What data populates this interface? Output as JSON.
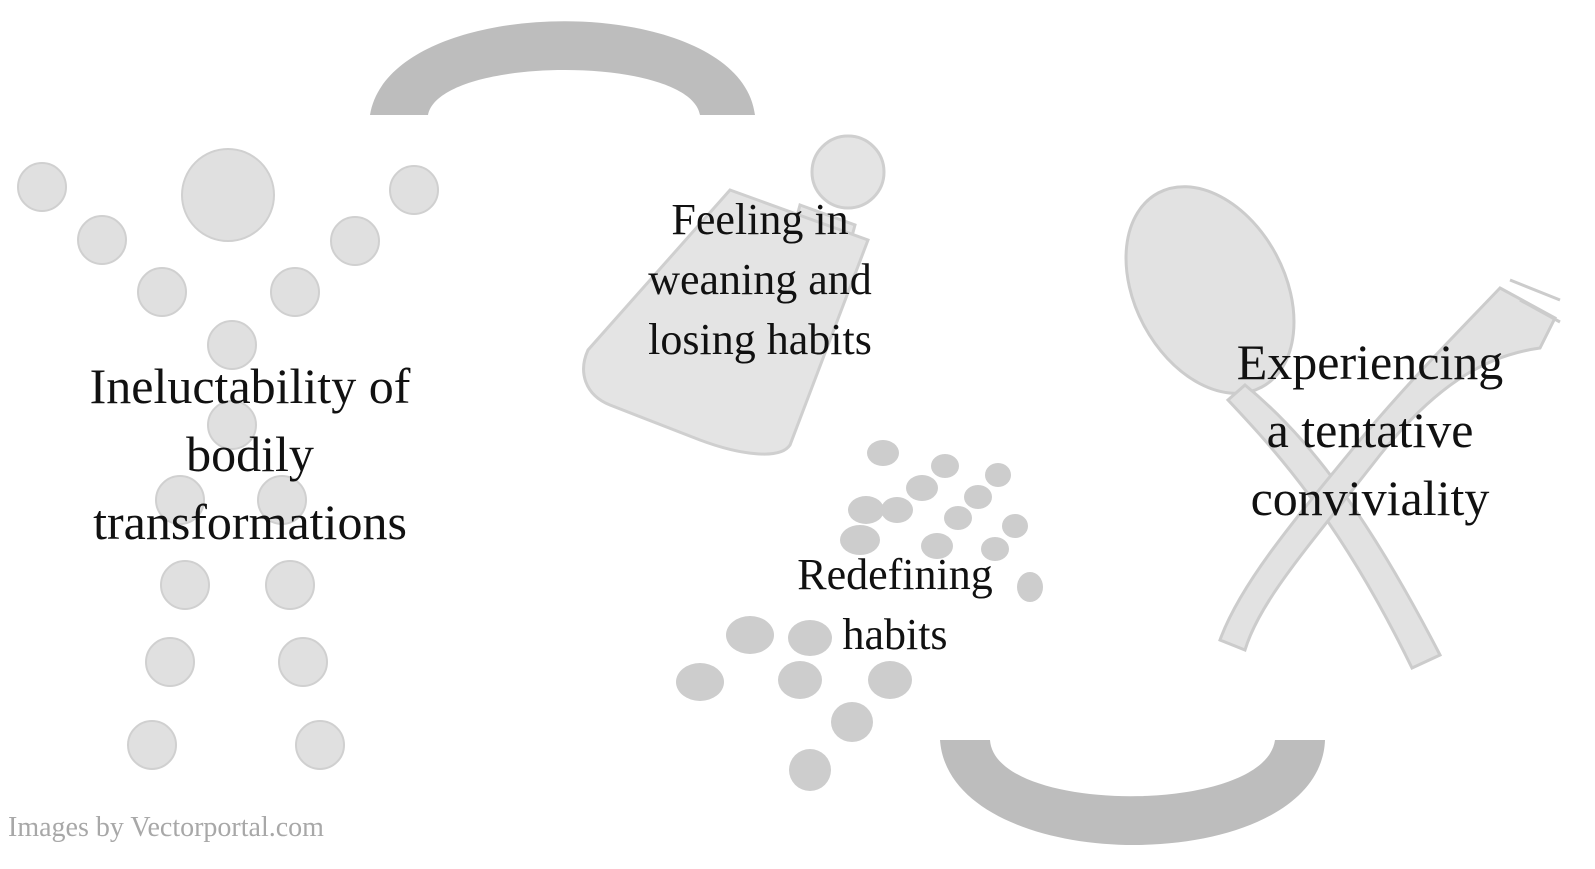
{
  "diagram": {
    "themes": {
      "bodily": {
        "lines": [
          "Ineluctability of",
          "bodily",
          "transformations"
        ],
        "illustration": "cells-icon"
      },
      "feeling": {
        "lines": [
          "Feeling in",
          "weaning and",
          "losing habits"
        ],
        "illustration": "baby-bottle-icon"
      },
      "redefining": {
        "lines": [
          "Redefining",
          "habits"
        ],
        "illustration": "dotted-arrow-icon"
      },
      "conviviality": {
        "lines": [
          "Experiencing",
          "a tentative",
          "conviviality"
        ],
        "illustration": "spoon-fork-icon"
      }
    },
    "connectors": {
      "top": "arch-connector",
      "bottom": "cup-connector"
    },
    "credit": "Images by Vectorportal.com"
  },
  "colors": {
    "text": "#111111",
    "connector": "#bdbdbd",
    "illustration_fill": "#dedede",
    "illustration_stroke": "#cccccc",
    "credit": "#a8a8a8"
  }
}
